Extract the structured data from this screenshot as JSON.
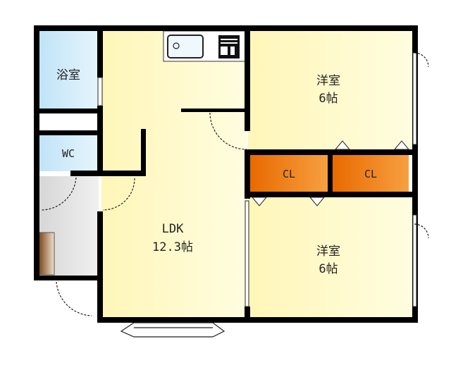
{
  "rooms": {
    "bath": {
      "label": "浴室"
    },
    "wc": {
      "label": "WC"
    },
    "ldk": {
      "label": "LDK",
      "size": "12.3帖"
    },
    "western_upper": {
      "label": "洋室",
      "size": "6帖"
    },
    "western_lower": {
      "label": "洋室",
      "size": "6帖"
    },
    "closet_left": {
      "label": "CL"
    },
    "closet_right": {
      "label": "CL"
    }
  },
  "colors": {
    "wall": "#000000",
    "room_yellow": "#fffbc4",
    "water_blue": "#cde9f8",
    "entrance_gray": "#e2e2e2",
    "closet_orange": "#f07a10",
    "shoe_cabinet": "#8a5528"
  }
}
